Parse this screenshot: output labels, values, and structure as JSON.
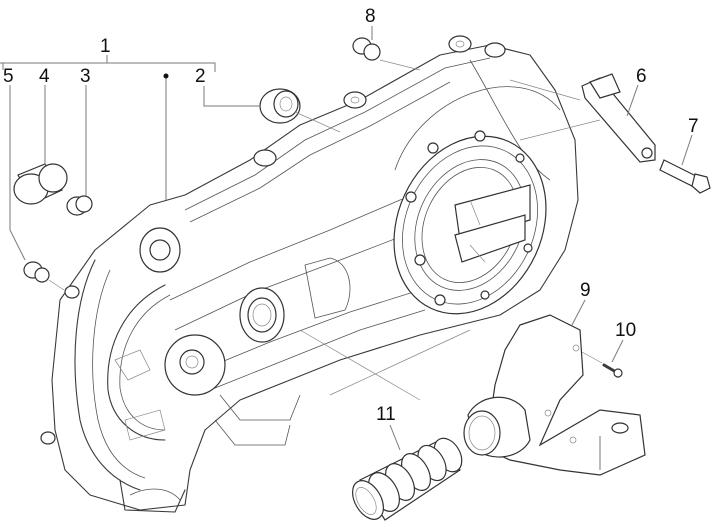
{
  "diagram": {
    "title": "Transmission cover exploded parts view",
    "callouts": [
      {
        "id": "1",
        "label": "1",
        "part": "transmission-cover-assembly"
      },
      {
        "id": "2",
        "label": "2",
        "part": "bearing"
      },
      {
        "id": "3",
        "label": "3",
        "part": "bush"
      },
      {
        "id": "4",
        "label": "4",
        "part": "sleeve"
      },
      {
        "id": "5",
        "label": "5",
        "part": "dowel-pin"
      },
      {
        "id": "6",
        "label": "6",
        "part": "bracket"
      },
      {
        "id": "7",
        "label": "7",
        "part": "bolt"
      },
      {
        "id": "8",
        "label": "8",
        "part": "centering-bush"
      },
      {
        "id": "9",
        "label": "9",
        "part": "air-intake-duct"
      },
      {
        "id": "10",
        "label": "10",
        "part": "screw"
      },
      {
        "id": "11",
        "label": "11",
        "part": "bellows-hose"
      }
    ]
  }
}
